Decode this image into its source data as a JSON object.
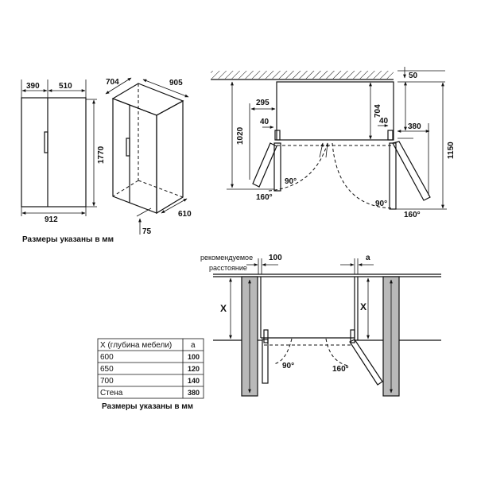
{
  "front_view": {
    "width_left": "390",
    "width_right": "510",
    "height": "1770",
    "total_width": "912"
  },
  "iso_view": {
    "depth": "704",
    "width": "905",
    "depth_body": "610",
    "offset": "75"
  },
  "note_top": "Размеры указаны в мм",
  "top_view": {
    "ceiling_gap": "50",
    "left_offset": "295",
    "left_gap": "40",
    "right_gap": "40",
    "right_offset": "380",
    "depth_body": "704",
    "depth_open_left": "1020",
    "depth_open_right": "1150",
    "angle_left_90": "90°",
    "angle_left_160": "160°",
    "angle_right_90": "90°",
    "angle_right_160": "160°"
  },
  "install_view": {
    "recommended_line1": "рекомендуемое",
    "recommended_line2": "расстояние",
    "gap_left": "100",
    "gap_right": "a",
    "x_left": "X",
    "x_right": "X",
    "angle_90": "90°",
    "angle_160": "160°"
  },
  "table": {
    "headers": [
      "X (глубина мебели)",
      "a"
    ],
    "rows": [
      [
        "600",
        "100"
      ],
      [
        "650",
        "120"
      ],
      [
        "700",
        "140"
      ],
      [
        "Стена",
        "380"
      ]
    ]
  },
  "note_bottom": "Размеры указаны в мм"
}
